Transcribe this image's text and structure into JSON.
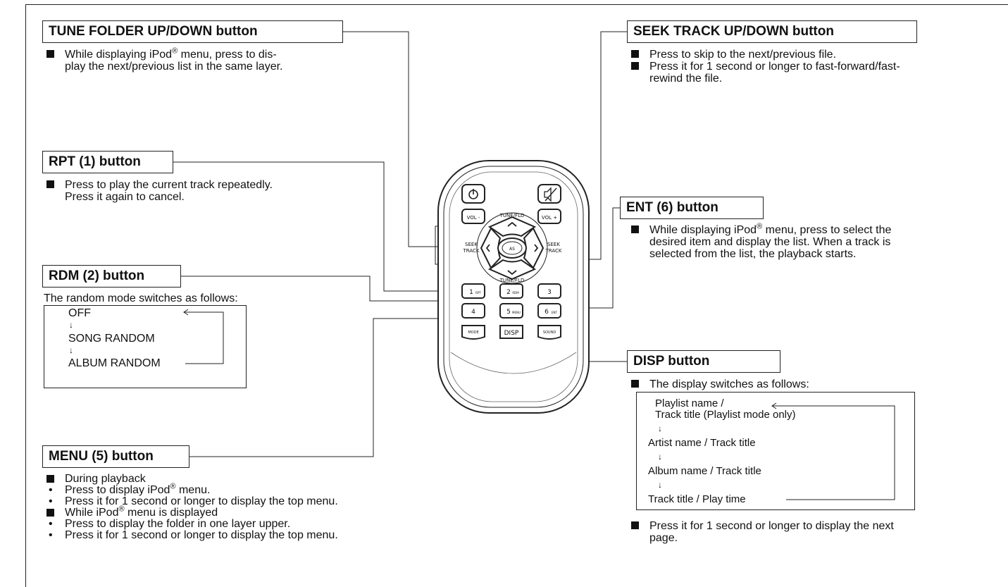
{
  "callouts": {
    "tune_folder": {
      "title": "TUNE FOLDER UP/DOWN button",
      "line1_pre": "While displaying iPod",
      "line1_post": " menu, press to dis-",
      "line2": "play the next/previous list in the same layer."
    },
    "seek_track": {
      "title": "SEEK TRACK UP/DOWN button",
      "line1": "Press to skip to the next/previous file.",
      "line2": "Press it for 1 second or longer to fast-forward/fast-",
      "line3": "rewind the file."
    },
    "rpt": {
      "title": "RPT (1) button",
      "line1": "Press to play the current track repeatedly.",
      "line2": "Press it again to cancel."
    },
    "ent": {
      "title": "ENT (6) button",
      "line1_pre": "While displaying iPod",
      "line1_post": " menu, press to select the",
      "line2": "desired item and display the list. When a track is",
      "line3": "selected from the list, the playback starts."
    },
    "rdm": {
      "title": "RDM (2) button",
      "intro": "The random mode switches as follows:",
      "flow": [
        "OFF",
        "SONG RANDOM",
        "ALBUM RANDOM"
      ]
    },
    "disp": {
      "title": "DISP button",
      "intro": "The display switches as follows:",
      "flow": [
        "Playlist name /",
        "Track title (Playlist mode only)",
        "Artist name / Track title",
        "Album name / Track title",
        "Track title / Play time"
      ],
      "note1": "Press it for 1 second or longer to display the next",
      "note2": "page."
    },
    "menu": {
      "title": "MENU (5) button",
      "h1": "During playback",
      "b1_pre": "Press to display iPod",
      "b1_post": " menu.",
      "b2": "Press it for 1 second or longer to display the top menu.",
      "h2_pre": "While iPod",
      "h2_post": " menu is displayed",
      "b3": "Press to display the folder in one layer upper.",
      "b4": "Press it for 1 second or longer to display the top menu."
    }
  },
  "remote": {
    "vol_minus": "VOL -",
    "vol_plus": "VOL +",
    "tune_fld_top": "TUNE/FLD",
    "tune_fld_bottom": "TUNE/FLD",
    "seek_left": [
      "SEEK",
      "TRACK"
    ],
    "seek_right": [
      "SEEK",
      "TRACK"
    ],
    "as": "AS",
    "keys": [
      {
        "num": "1",
        "sub": "RPT"
      },
      {
        "num": "2",
        "sub": "RDM"
      },
      {
        "num": "3",
        "sub": ""
      },
      {
        "num": "4",
        "sub": ""
      },
      {
        "num": "5",
        "sub": "MENU"
      },
      {
        "num": "6",
        "sub": "ENT"
      }
    ],
    "mode": "MODE",
    "disp": "DISP",
    "sound": "SOUND"
  },
  "registered_mark": "®",
  "bullet": "•",
  "down_arrow": "↓",
  "left_arrow": "←"
}
